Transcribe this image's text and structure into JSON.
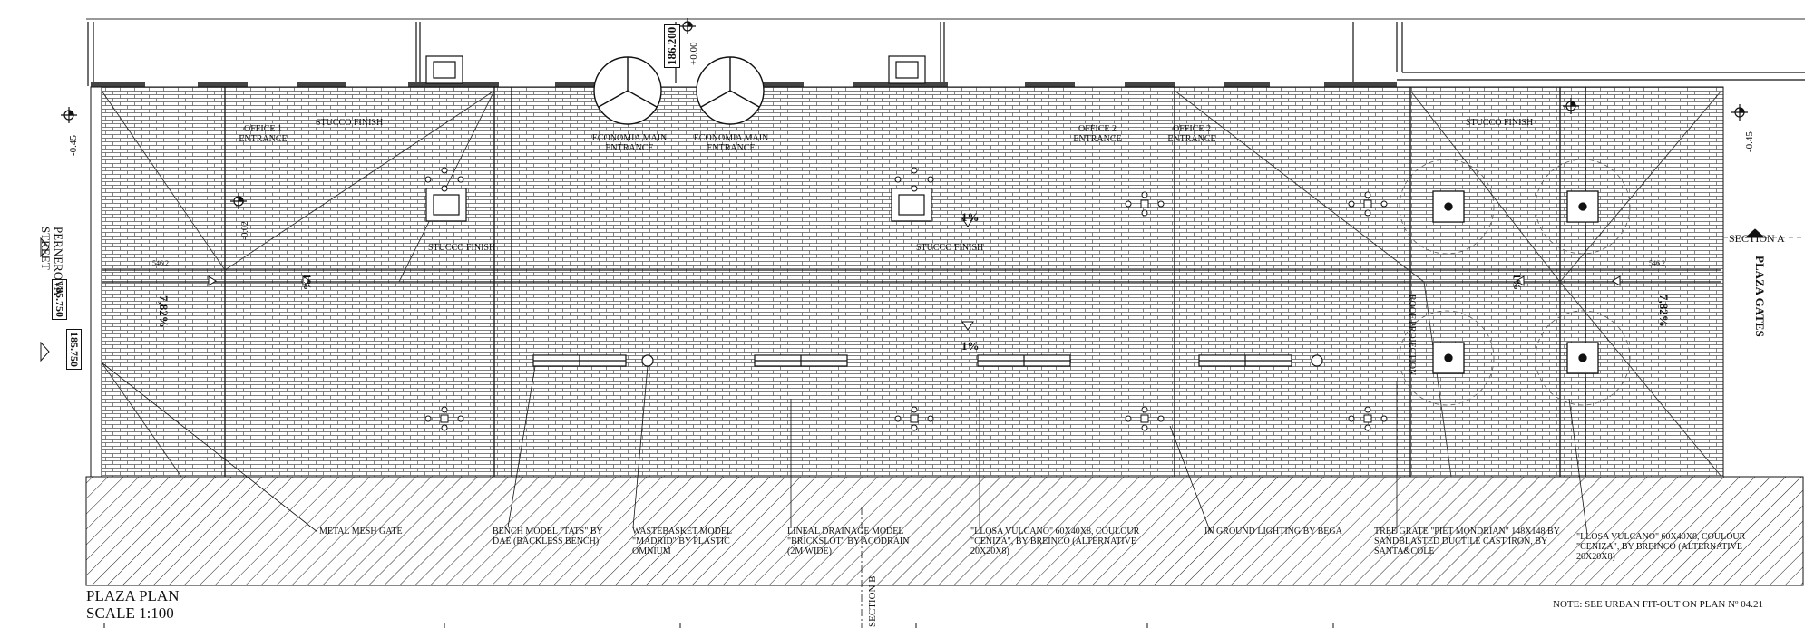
{
  "title": {
    "line1": "PLAZA PLAN",
    "line2": "SCALE 1:100"
  },
  "note": "NOTE: SEE URBAN FIT-OUT ON PLAN Nº 04.21",
  "levels": {
    "top": "186.200",
    "top_rel": "+0.00",
    "left_rel": "-0.45",
    "right_rel": "-0.45",
    "inner_rel": "-0.02",
    "left_box1": "185.750",
    "left_box2": "185.750"
  },
  "street": {
    "line1": "PERNEROVA",
    "line2": "STREET"
  },
  "entrances": [
    {
      "line1": "OFFICE 1",
      "line2": "ENTRANCE"
    },
    {
      "line1": "ECONOMIA MAIN",
      "line2": "ENTRANCE"
    },
    {
      "line1": "ECONOMIA MAIN",
      "line2": "ENTRANCE"
    },
    {
      "line1": "OFFICE 2",
      "line2": "ENTRANCE"
    },
    {
      "line1": "OFFICE 2",
      "line2": "ENTRANCE"
    }
  ],
  "finish_labels": [
    "STUCCO FINISH",
    "STUCCO FINISH",
    "STUCCO FINISH",
    "STUCCO FINISH"
  ],
  "slopes": [
    "7,82%",
    "1%",
    "1%",
    "1%",
    "1%",
    "7,82%"
  ],
  "section_a": "SECTION A",
  "section_b": "SECTION B",
  "plaza_gates": "PLAZA GATES",
  "roof_projection": "ROOF PROJECTION",
  "dims": [
    "546.2",
    "546.2"
  ],
  "callouts": [
    {
      "id": "gate",
      "text": "METAL MESH GATE"
    },
    {
      "id": "bench",
      "text": "BENCH MODEL \"TATS\" BY DAE (BACKLESS BENCH)"
    },
    {
      "id": "waste",
      "text": "WASTEBASKET MODEL \"MADRID\" BY PLASTIC OMNIUM"
    },
    {
      "id": "drain",
      "text": "LINEAL DRAINAGE MODEL \"BRICKSLOT\" BY ACODRAIN (2M WIDE)"
    },
    {
      "id": "paving1",
      "text": "\"LLOSA VULCANO\" 60X40X8, COULOUR \"CENIZA\", BY BREINCO (ALTERNATIVE 20X20X8)"
    },
    {
      "id": "lighting",
      "text": "IN GROUND LIGHTING BY BEGA"
    },
    {
      "id": "tree",
      "text": "TREE GRATE \"PIET MONDRIAN\" 148X148 BY SANDBLASTED DUCTILE CAST IRON, BY SANTA&COLE"
    },
    {
      "id": "paving2",
      "text": "\"LLOSA VULCANO\" 60X40X8, COULOUR \"CENIZA\", BY BREINCO (ALTERNATIVE 20X20X8)"
    }
  ]
}
